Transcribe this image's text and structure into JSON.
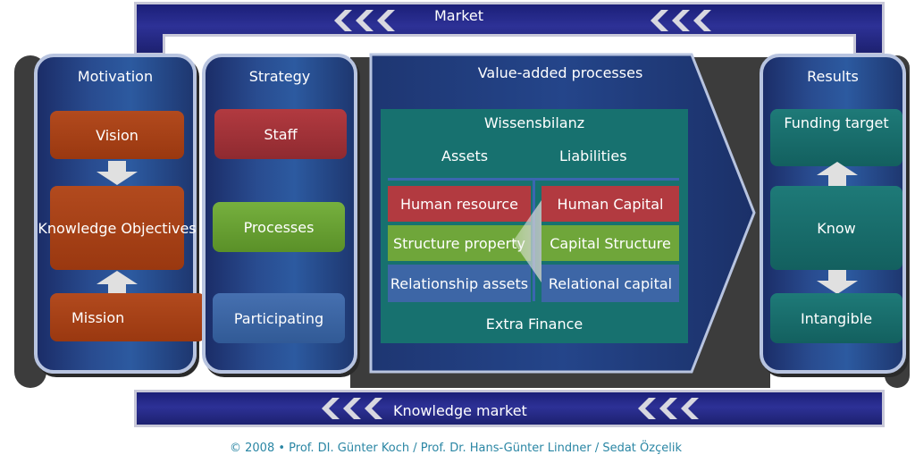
{
  "market": {
    "top_label": "Market",
    "bottom_label": "Knowledge market"
  },
  "motivation": {
    "title": "Motivation",
    "vision": "Vision",
    "objectives": "Knowledge Objectives",
    "mission": "Mission"
  },
  "strategy": {
    "title": "Strategy",
    "staff": "Staff",
    "processes": "Processes",
    "participating": "Participating"
  },
  "value_added": {
    "title": "Value-added processes",
    "wissensbilanz": "Wissensbilanz",
    "assets_header": "Assets",
    "liabilities_header": "Liabilities",
    "assets": [
      "Human resource",
      "Structure property",
      "Relationship assets"
    ],
    "liabilities": [
      "Human Capital",
      "Capital Structure",
      "Relational capital"
    ],
    "extra": "Extra Finance"
  },
  "results": {
    "title": "Results",
    "funding": "Funding target",
    "know": "Know",
    "intangible": "Intangible"
  },
  "footer": "© 2008 • Prof. DI. Günter Koch / Prof. Dr. Hans-Günter Lindner / Sedat Özçelik",
  "colors": {
    "band": "#2d3196",
    "column": "#294c90",
    "rust": "#b24a1e",
    "red": "#b23a40",
    "green": "#76b03e",
    "blue": "#4670b0",
    "teal": "#1e7a78"
  }
}
